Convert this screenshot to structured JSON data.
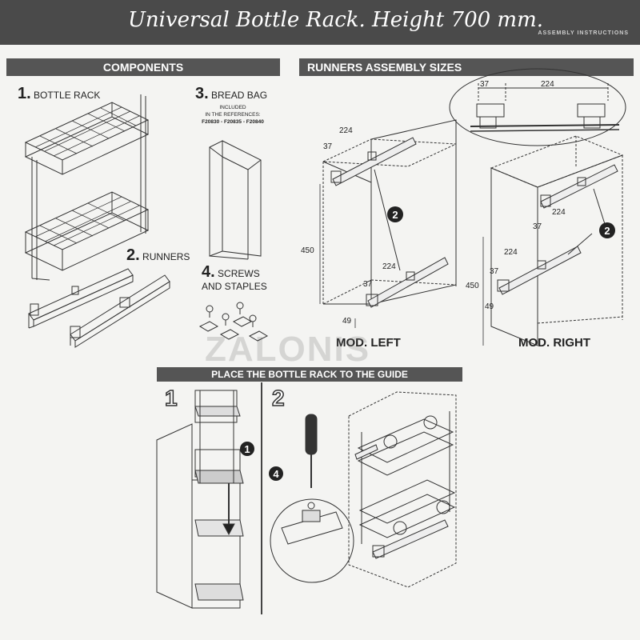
{
  "header": {
    "title": "Universal Bottle Rack. Height 700 mm.",
    "subtitle": "ASSEMBLY INSTRUCTIONS"
  },
  "components": {
    "heading": "COMPONENTS",
    "item1": {
      "num": "1.",
      "label": "BOTTLE RACK"
    },
    "item2": {
      "num": "2.",
      "label": "RUNNERS"
    },
    "item3": {
      "num": "3.",
      "label": "BREAD BAG",
      "note1": "INCLUDED",
      "note2": "IN THE REFERENCES:",
      "note3": "F20830 - F20835 - F20840"
    },
    "item4": {
      "num": "4.",
      "label1": "SCREWS",
      "label2": "AND STAPLES"
    }
  },
  "runners": {
    "heading": "RUNNERS ASSEMBLY SIZES",
    "detail": {
      "d37": "37",
      "d224": "224"
    },
    "left": {
      "label": "MOD. LEFT",
      "d224_top": "224",
      "d37_top": "37",
      "d450": "450",
      "d224_bot": "224",
      "d37_bot": "37",
      "d49": "49",
      "callout": "2"
    },
    "right": {
      "label": "MOD. RIGHT",
      "d224_top": "224",
      "d37_top": "37",
      "d450": "450",
      "d224_bot": "224",
      "d37_bot": "37",
      "d49": "49",
      "callout": "2"
    }
  },
  "watermark": "ZALONIS",
  "guide": {
    "heading": "PLACE  THE BOTTLE RACK TO THE GUIDE",
    "step1": "1",
    "step2": "2",
    "callout1": "1",
    "callout4": "4"
  }
}
